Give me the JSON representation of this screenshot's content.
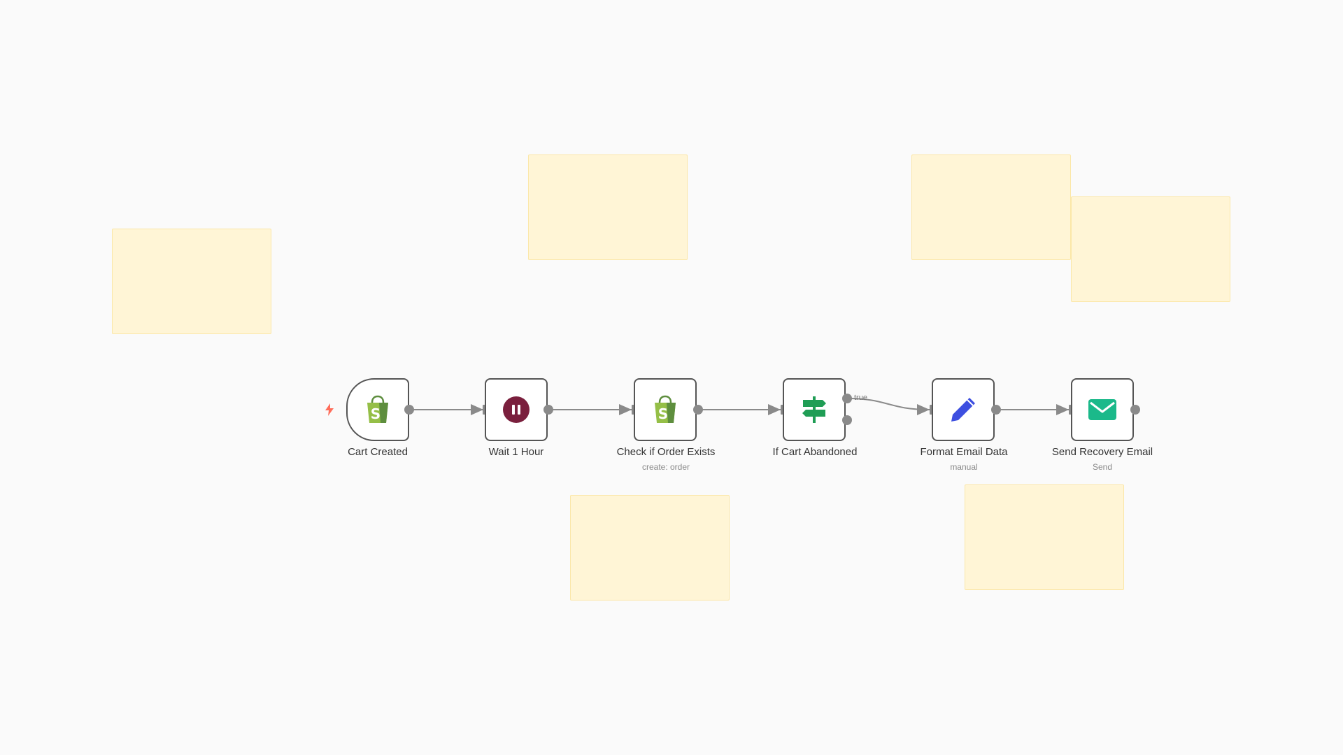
{
  "nodes": [
    {
      "id": "cart-created",
      "label": "Cart Created",
      "subtitle": "",
      "icon": "shopify-icon"
    },
    {
      "id": "wait-1-hour",
      "label": "Wait 1 Hour",
      "subtitle": "",
      "icon": "pause-icon"
    },
    {
      "id": "check-order",
      "label": "Check if Order Exists",
      "subtitle": "create: order",
      "icon": "shopify-icon"
    },
    {
      "id": "if-cart-abandoned",
      "label": "If Cart Abandoned",
      "subtitle": "",
      "icon": "signpost-icon"
    },
    {
      "id": "format-email",
      "label": "Format Email Data",
      "subtitle": "manual",
      "icon": "pencil-icon"
    },
    {
      "id": "send-email",
      "label": "Send Recovery Email",
      "subtitle": "Send",
      "icon": "envelope-icon"
    }
  ],
  "edge_labels": {
    "if_true": "true"
  },
  "colors": {
    "shopify_green": "#95bf47",
    "pause_maroon": "#7a1f3d",
    "if_green": "#1f9d55",
    "pencil_blue": "#3d4fe0",
    "email_green": "#1bb98a",
    "trigger_bolt": "#ff6d5a",
    "sticky_bg": "#fff5d6"
  }
}
